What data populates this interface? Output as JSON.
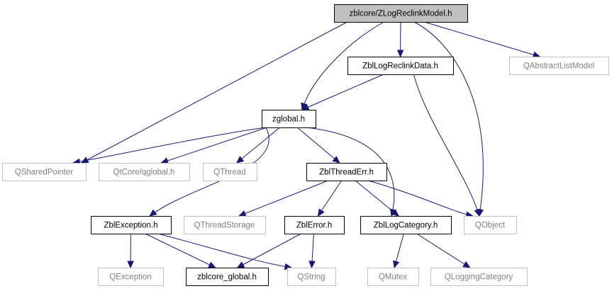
{
  "nodes": [
    {
      "id": "root",
      "label": "zblcore/ZLogReclinkModel.h",
      "kind": "root"
    },
    {
      "id": "zbllogreclinkdata",
      "label": "ZblLogReclinkData.h",
      "kind": "internal"
    },
    {
      "id": "qabstractlistmodel",
      "label": "QAbstractListModel",
      "kind": "external"
    },
    {
      "id": "zglobal",
      "label": "zglobal.h",
      "kind": "internal"
    },
    {
      "id": "qsharedpointer",
      "label": "QSharedPointer",
      "kind": "external"
    },
    {
      "id": "qglobal",
      "label": "QtCore/qglobal.h",
      "kind": "external"
    },
    {
      "id": "qthread",
      "label": "QThread",
      "kind": "external"
    },
    {
      "id": "zblthreaderr",
      "label": "ZblThreadErr.h",
      "kind": "internal"
    },
    {
      "id": "zblexception",
      "label": "ZblException.h",
      "kind": "internal"
    },
    {
      "id": "qthreadstorage",
      "label": "QThreadStorage",
      "kind": "external"
    },
    {
      "id": "zblerror",
      "label": "ZblError.h",
      "kind": "internal"
    },
    {
      "id": "zbllogcategory",
      "label": "ZblLogCategory.h",
      "kind": "internal"
    },
    {
      "id": "qobject",
      "label": "QObject",
      "kind": "external"
    },
    {
      "id": "qexception",
      "label": "QException",
      "kind": "external"
    },
    {
      "id": "zblcore_global",
      "label": "zblcore_global.h",
      "kind": "internal"
    },
    {
      "id": "qstring",
      "label": "QString",
      "kind": "external"
    },
    {
      "id": "qmutex",
      "label": "QMutex",
      "kind": "external"
    },
    {
      "id": "qloggingcategory",
      "label": "QLoggingCategory",
      "kind": "external"
    }
  ],
  "edges": [
    {
      "from": "root",
      "to": "qsharedpointer"
    },
    {
      "from": "root",
      "to": "zglobal"
    },
    {
      "from": "root",
      "to": "zbllogreclinkdata"
    },
    {
      "from": "root",
      "to": "qobject"
    },
    {
      "from": "root",
      "to": "qabstractlistmodel"
    },
    {
      "from": "zbllogreclinkdata",
      "to": "zglobal"
    },
    {
      "from": "zbllogreclinkdata",
      "to": "qobject"
    },
    {
      "from": "zglobal",
      "to": "qsharedpointer"
    },
    {
      "from": "zglobal",
      "to": "qglobal"
    },
    {
      "from": "zglobal",
      "to": "qthread"
    },
    {
      "from": "zglobal",
      "to": "zblthreaderr"
    },
    {
      "from": "zglobal",
      "to": "zblexception"
    },
    {
      "from": "zglobal",
      "to": "zbllogcategory"
    },
    {
      "from": "zblthreaderr",
      "to": "qthreadstorage"
    },
    {
      "from": "zblthreaderr",
      "to": "zblerror"
    },
    {
      "from": "zblthreaderr",
      "to": "zbllogcategory"
    },
    {
      "from": "zblthreaderr",
      "to": "qobject"
    },
    {
      "from": "zblexception",
      "to": "qexception"
    },
    {
      "from": "zblexception",
      "to": "zblcore_global"
    },
    {
      "from": "zblexception",
      "to": "qstring"
    },
    {
      "from": "zblerror",
      "to": "zblcore_global"
    },
    {
      "from": "zblerror",
      "to": "qstring"
    },
    {
      "from": "zbllogcategory",
      "to": "qmutex"
    },
    {
      "from": "zbllogcategory",
      "to": "qloggingcategory"
    }
  ],
  "colors": {
    "edge": "#191970",
    "internal_border": "#000000",
    "external_border": "#bfbfbf",
    "external_text": "#808080",
    "root_fill": "#bfbfbf"
  }
}
